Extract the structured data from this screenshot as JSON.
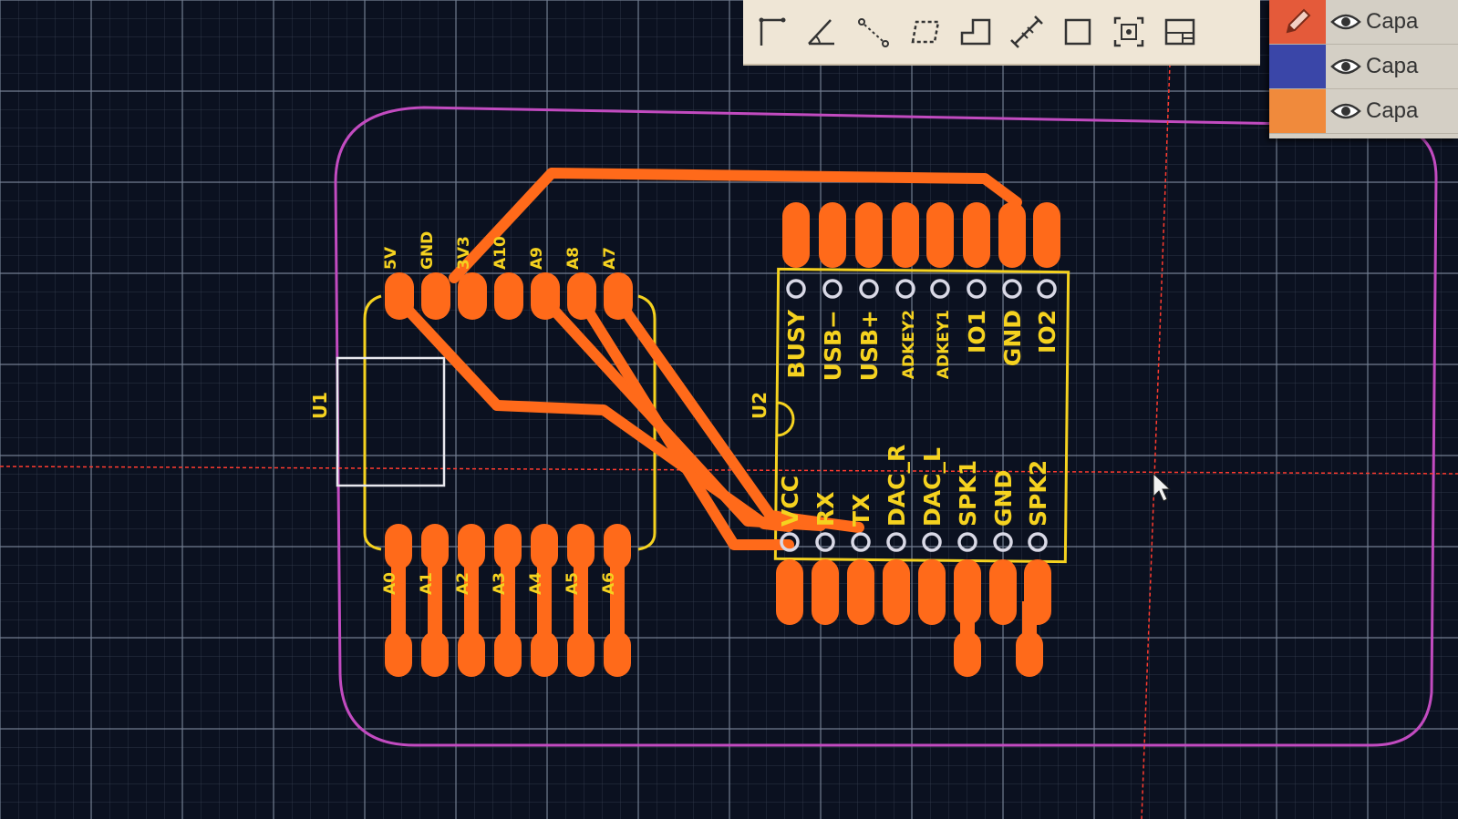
{
  "board": {
    "components": [
      {
        "ref": "U1"
      },
      {
        "ref": "U2"
      }
    ],
    "u1": {
      "top_pins": [
        "5V",
        "GND",
        "3V3",
        "A10",
        "A9",
        "A8",
        "A7"
      ],
      "bottom_pins": [
        "A0",
        "A1",
        "A2",
        "A3",
        "A4",
        "A5",
        "A6"
      ]
    },
    "u2": {
      "top_pins": [
        "BUSY",
        "USB−",
        "USB+",
        "ADKEY2",
        "ADKEY1",
        "IO1",
        "GND",
        "IO2"
      ],
      "bottom_pins": [
        "VCC",
        "RX",
        "TX",
        "DAC_R",
        "DAC_L",
        "SPK1",
        "GND",
        "SPK2"
      ]
    }
  },
  "toolbar": {
    "tools": [
      {
        "icon": "corner-route-icon"
      },
      {
        "icon": "angle-icon"
      },
      {
        "icon": "measure-line-icon"
      },
      {
        "icon": "dashed-rect-icon"
      },
      {
        "icon": "step-shape-icon"
      },
      {
        "icon": "dimension-icon"
      },
      {
        "icon": "square-icon"
      },
      {
        "icon": "select-area-icon"
      },
      {
        "icon": "layout-icon"
      }
    ]
  },
  "layers": [
    {
      "label": "Capa",
      "color": "#e45a3a",
      "icon": "pencil-icon"
    },
    {
      "label": "Capa",
      "color": "#3a46a8",
      "icon": "eye-icon"
    },
    {
      "label": "Capa",
      "color": "#f08a3c",
      "icon": "eye-icon"
    }
  ],
  "colors": {
    "background": "#0b1120",
    "grid": "#7a8598",
    "copper": "#ff6a1a",
    "silkscreen": "#f5d21f",
    "outline": "#c24bc0",
    "crosshair": "#ff3b2f"
  }
}
